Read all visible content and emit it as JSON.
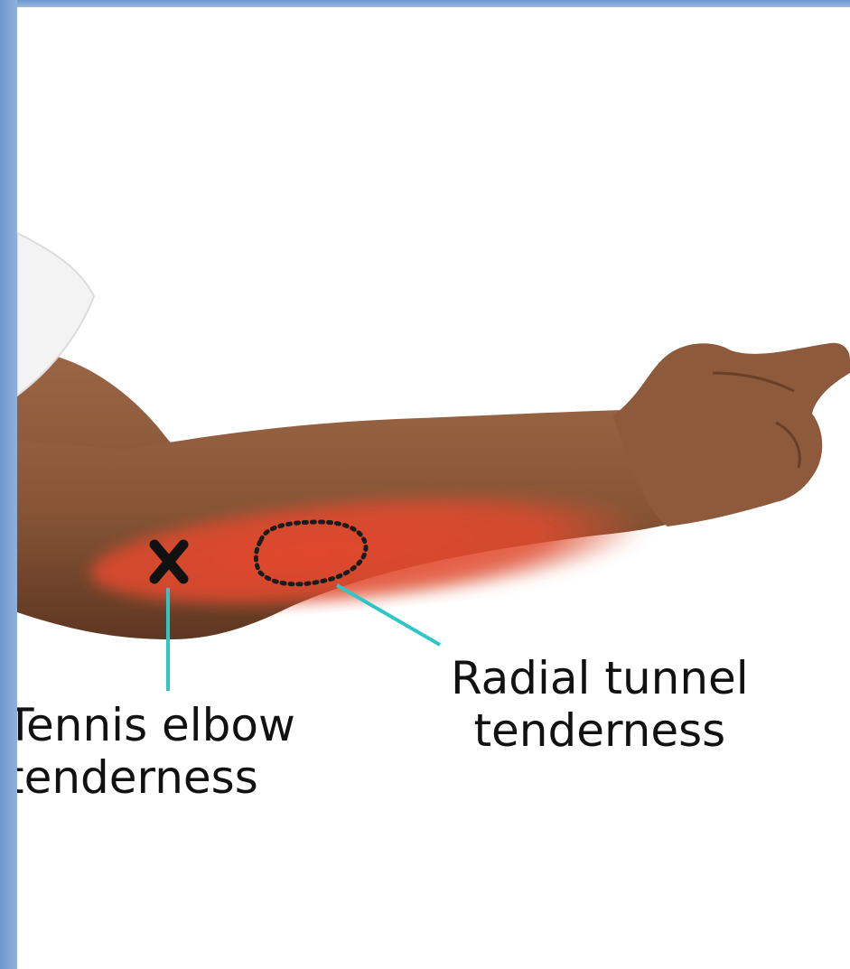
{
  "annotations": {
    "tennis_elbow": {
      "line1": "Tennis elbow",
      "line2": "tenderness",
      "marker_icon": "x-mark"
    },
    "radial_tunnel": {
      "line1": "Radial tunnel",
      "line2": "tenderness",
      "marker_icon": "dotted-outline"
    }
  },
  "colors": {
    "frame": "#7ea3d6",
    "skin": "#8a583a",
    "skin_shadow": "#6a3f27",
    "tender_area": "#e0442a",
    "leader_line": "#2ec6c6",
    "sleeve": "#f3f3f3"
  }
}
